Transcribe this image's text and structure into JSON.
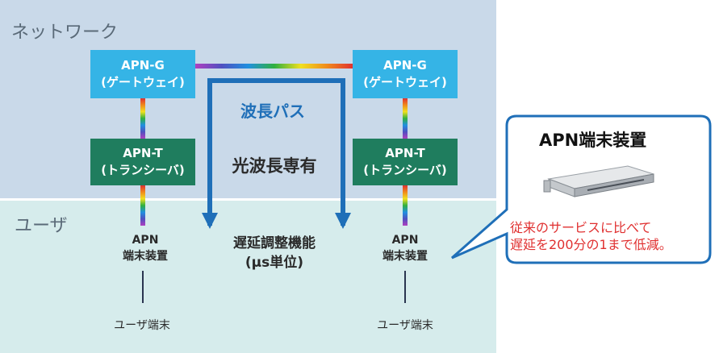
{
  "zones": {
    "network_label": "ネットワーク",
    "user_label": "ユーザ"
  },
  "left": {
    "gateway": {
      "line1": "APN-G",
      "line2": "(ゲートウェイ)"
    },
    "transceiver": {
      "line1": "APN-T",
      "line2": "(トランシーバ)"
    },
    "device": {
      "line1": "APN",
      "line2": "端末装置"
    },
    "user_terminal": "ユーザ端末"
  },
  "right": {
    "gateway": {
      "line1": "APN-G",
      "line2": "(ゲートウェイ)"
    },
    "transceiver": {
      "line1": "APN-T",
      "line2": "(トランシーバ)"
    },
    "device": {
      "line1": "APN",
      "line2": "端末装置"
    },
    "user_terminal": "ユーザ端末"
  },
  "center": {
    "wavelength_path": "波長パス",
    "dedicated": "光波長専有",
    "delay_line1": "遅延調整機能",
    "delay_line2": "(μs単位)"
  },
  "callout": {
    "title": "APN端末装置",
    "text_line1": "従来のサービスに比べて",
    "text_line2": "遅延を200分の1まで低減。"
  },
  "colors": {
    "network_bg": "#c9d9e9",
    "user_bg": "#d6ecec",
    "apn_g": "#35b4e6",
    "apn_t": "#1f7d5e",
    "path": "#1f6fb8",
    "accent_red": "#e03030"
  }
}
